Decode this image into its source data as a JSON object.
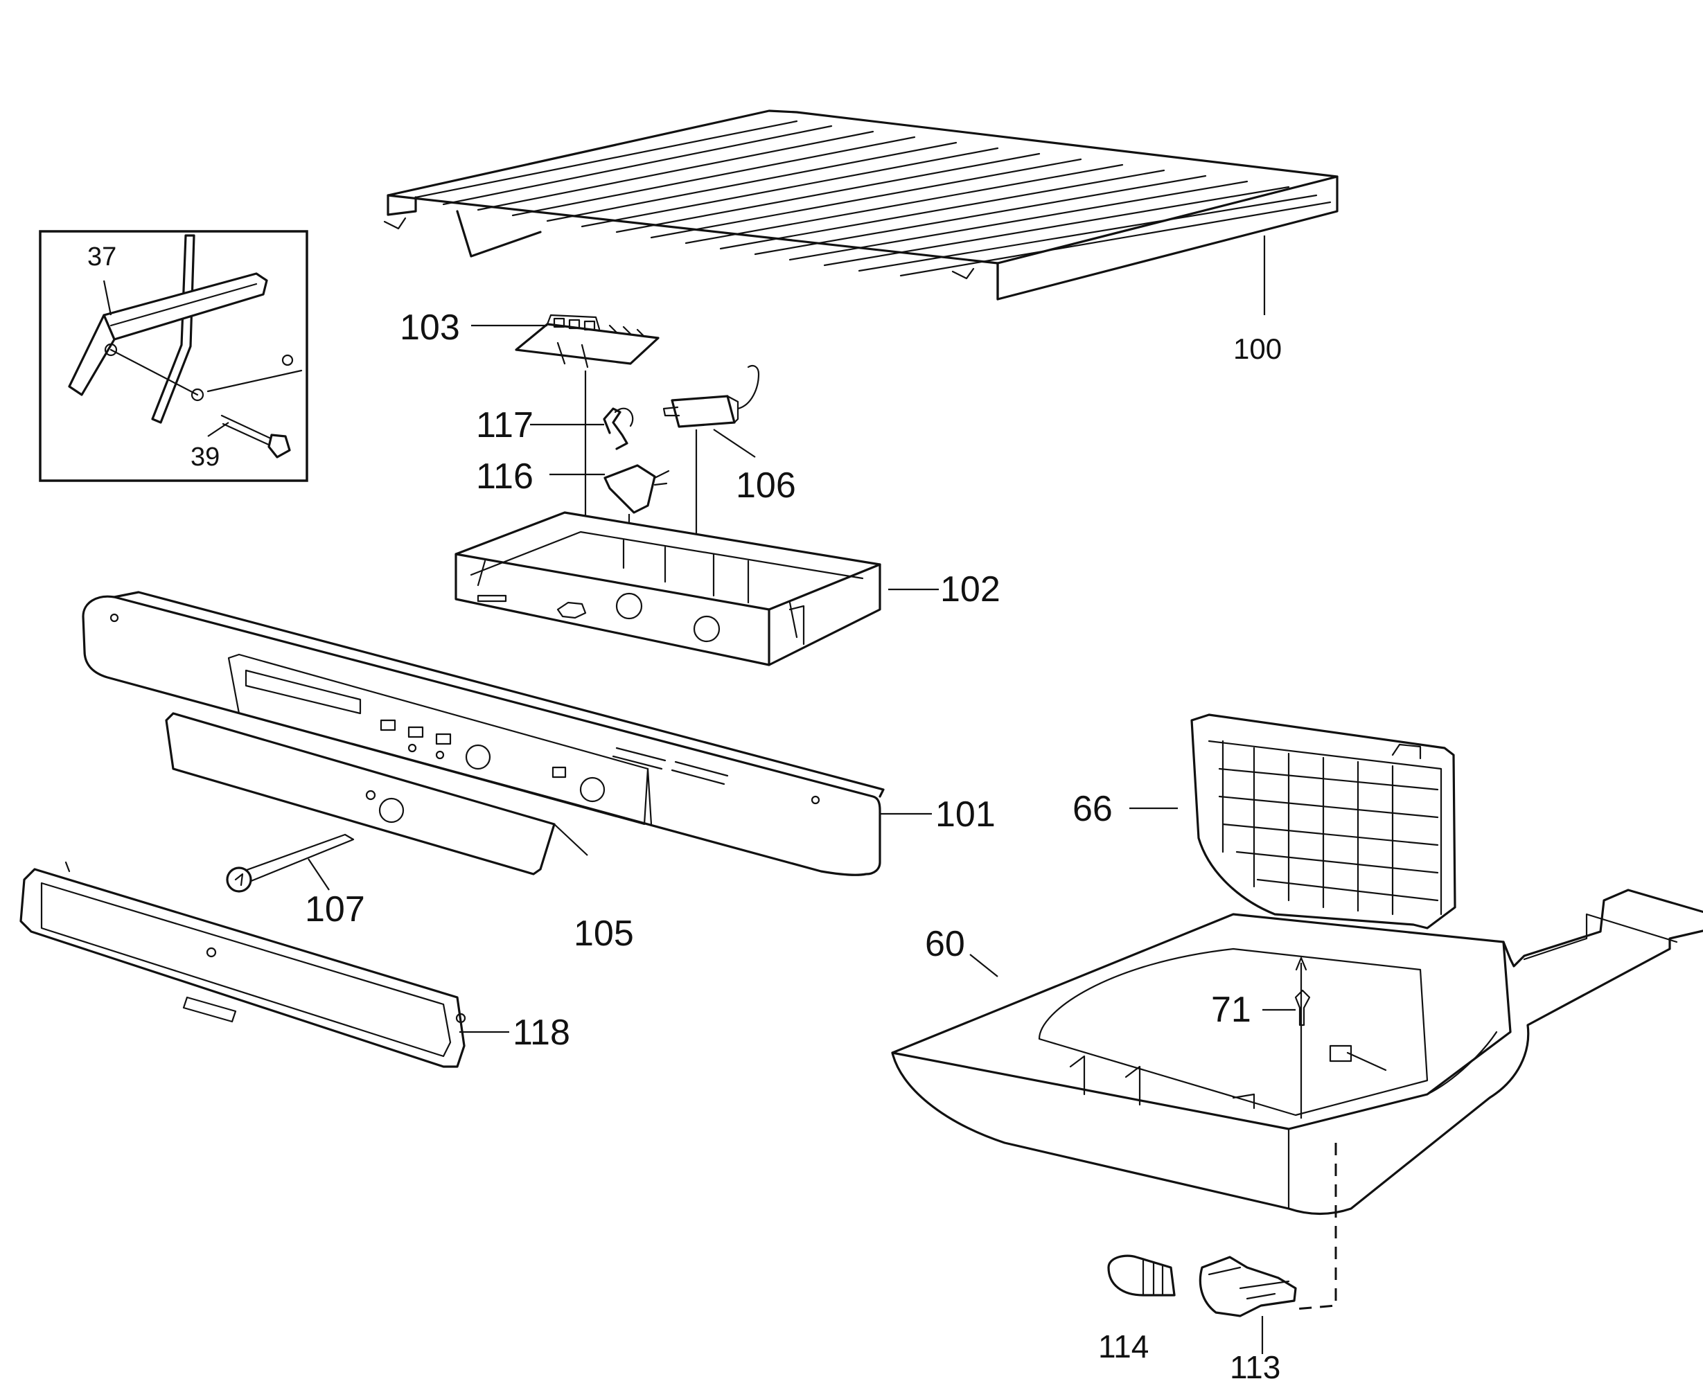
{
  "diagram": {
    "callouts": {
      "p37": "37",
      "p39": "39",
      "p60": "60",
      "p66": "66",
      "p71": "71",
      "p100": "100",
      "p101": "101",
      "p102": "102",
      "p103": "103",
      "p105": "105",
      "p106": "106",
      "p107": "107",
      "p113": "113",
      "p114": "114",
      "p116": "116",
      "p117": "117",
      "p118": "118"
    }
  }
}
